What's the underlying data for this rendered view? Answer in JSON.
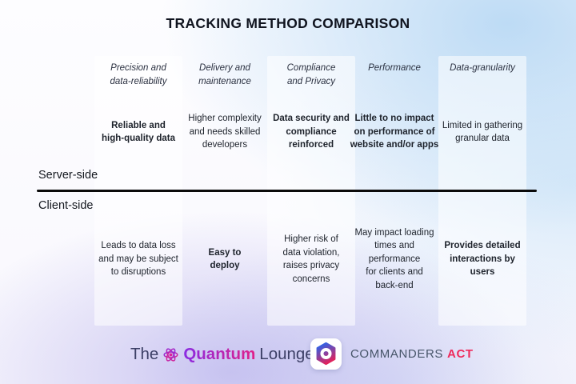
{
  "title": "TRACKING METHOD COMPARISON",
  "row_labels": {
    "server": "Server-side",
    "client": "Client-side"
  },
  "columns": [
    {
      "header": "Precision and\ndata-reliability",
      "server": {
        "text": "Reliable and\nhigh-quality data",
        "bold": true
      },
      "client": {
        "text": "Leads to data loss\nand may be subject\nto disruptions",
        "bold": false
      }
    },
    {
      "header": "Delivery and\nmaintenance",
      "server": {
        "text": "Higher complexity\nand needs skilled\ndevelopers",
        "bold": false
      },
      "client": {
        "text": "Easy to\ndeploy",
        "bold": true
      }
    },
    {
      "header": "Compliance\nand Privacy",
      "server": {
        "text": "Data security and\ncompliance\nreinforced",
        "bold": true
      },
      "client": {
        "text": "Higher risk of\ndata violation,\nraises privacy\nconcerns",
        "bold": false
      }
    },
    {
      "header": "Performance",
      "server": {
        "text": "Little to no impact\non performance of\nwebsite and/or apps",
        "bold": true
      },
      "client": {
        "text": "May impact loading\ntimes and performance\nfor clients and\nback-end",
        "bold": false
      }
    },
    {
      "header": "Data-granularity",
      "server": {
        "text": "Limited in gathering\ngranular data",
        "bold": false
      },
      "client": {
        "text": "Provides detailed\ninteractions by\nusers",
        "bold": true
      }
    }
  ],
  "footer": {
    "quantum_lounge": {
      "the": "The",
      "quantum": "Quantum",
      "lounge": "Lounge",
      "icon": "atom-icon"
    },
    "commanders_act": {
      "name": "COMMANDERS",
      "accent": "ACT",
      "icon": "hexagon-ring-icon"
    }
  },
  "colors": {
    "title_text": "#10141f",
    "body_text": "#1d222b",
    "divider": "#0b0b0b",
    "quantum_gradient_start": "#8a2be2",
    "quantum_gradient_end": "#e0218a",
    "logo_text": "#3c3f66",
    "commanders_text": "#475569",
    "commanders_accent": "#ee2a5b",
    "hexagon_gradient_top": "#2a64ea",
    "hexagon_gradient_bottom": "#ef1d51"
  }
}
